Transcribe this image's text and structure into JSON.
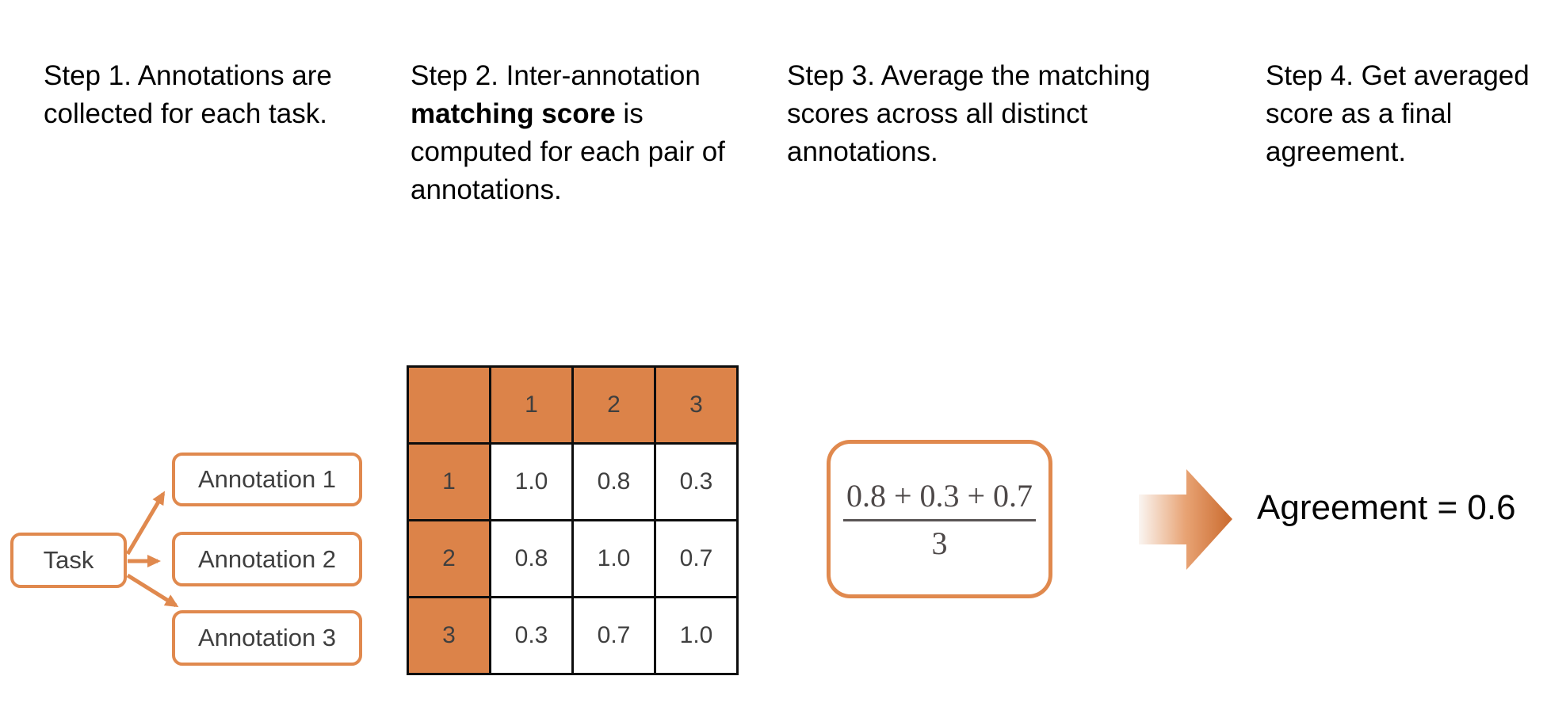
{
  "steps": {
    "step1": {
      "line1": "Step 1. Annotations are",
      "line2": "collected for each task."
    },
    "step2": {
      "line1": "Step 2. Inter-annotation",
      "line2_bold": "matching score",
      "line2_rest": " is",
      "line3": "computed for each pair of",
      "line4": "annotations."
    },
    "step3": {
      "line1": "Step 3. Average the matching",
      "line2": "scores across all distinct",
      "line3": "annotations."
    },
    "step4": {
      "line1": "Step 4. Get averaged",
      "line2": "score as a final",
      "line3": "agreement."
    }
  },
  "task_flow": {
    "task_label": "Task",
    "annotations": [
      "Annotation 1",
      "Annotation 2",
      "Annotation 3"
    ]
  },
  "matrix": {
    "col_headers": [
      "",
      "1",
      "2",
      "3"
    ],
    "rows": [
      {
        "header": "1",
        "values": [
          "1.0",
          "0.8",
          "0.3"
        ]
      },
      {
        "header": "2",
        "values": [
          "0.8",
          "1.0",
          "0.7"
        ]
      },
      {
        "header": "3",
        "values": [
          "0.3",
          "0.7",
          "1.0"
        ]
      }
    ]
  },
  "formula": {
    "numerator": "0.8 + 0.3 + 0.7",
    "denominator": "3"
  },
  "result": {
    "label": "Agreement = 0.6"
  },
  "colors": {
    "orange_fill": "#DC8349",
    "orange_stroke": "#E0894E",
    "table_border": "#0d0d0d",
    "box_text": "#3f3f3f",
    "formula_text": "#4d4848",
    "caption_text": "#000000",
    "arrow_gradient_start": "#faf5f1",
    "arrow_gradient_end": "#ca6a2e"
  }
}
